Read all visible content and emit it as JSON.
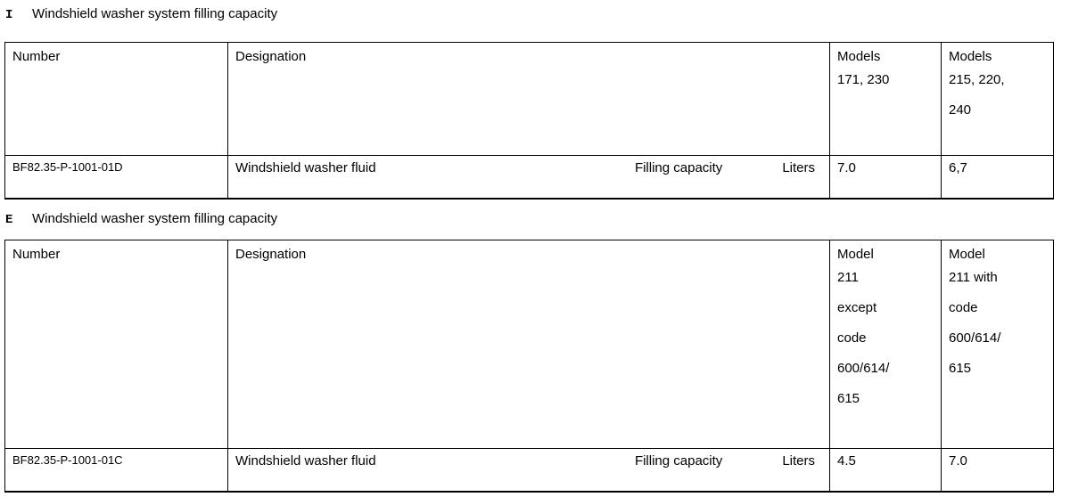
{
  "document": {
    "background": "#ffffff",
    "text_color": "#000000",
    "border_color": "#000000"
  },
  "sections": [
    {
      "prefix": "I",
      "title": "Windshield washer system filling capacity",
      "table": {
        "headers": {
          "number": "Number",
          "designation": "Designation"
        },
        "model_col_a_paragraphs": [
          [
            "Models",
            "171, 230"
          ]
        ],
        "model_col_b_paragraphs": [
          [
            "Models",
            "215, 220,"
          ],
          [
            "240"
          ]
        ],
        "row": {
          "number": "BF82.35-P-1001-01D",
          "designation": "Windshield washer fluid",
          "attribute": "Filling capacity",
          "unit": "Liters",
          "value_a": "7.0",
          "value_b": "6,7"
        }
      }
    },
    {
      "prefix": "E",
      "title": "Windshield washer system filling capacity",
      "table": {
        "headers": {
          "number": "Number",
          "designation": "Designation"
        },
        "model_col_a_paragraphs": [
          [
            "Model",
            "211"
          ],
          [
            "except"
          ],
          [
            "code"
          ],
          [
            "600/614/"
          ],
          [
            "615"
          ]
        ],
        "model_col_b_paragraphs": [
          [
            "Model",
            "211 with"
          ],
          [
            "code"
          ],
          [
            "600/614/"
          ],
          [
            "615"
          ]
        ],
        "row": {
          "number": "BF82.35-P-1001-01C",
          "designation": "Windshield washer fluid",
          "attribute": "Filling capacity",
          "unit": "Liters",
          "value_a": "4.5",
          "value_b": "7.0"
        }
      }
    }
  ]
}
